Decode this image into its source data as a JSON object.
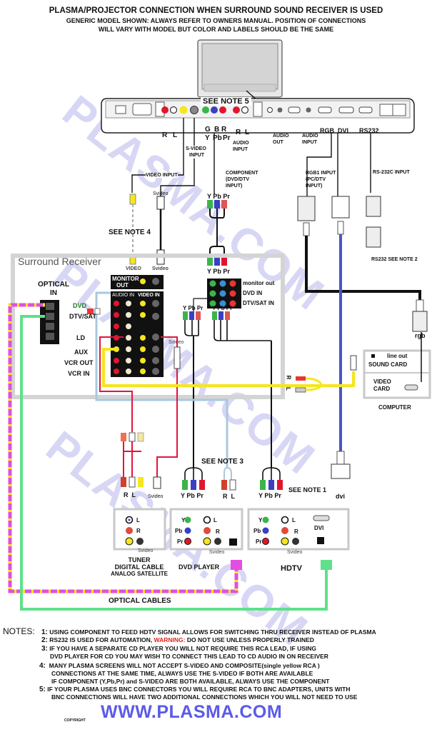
{
  "header": {
    "title": "PLASMA/PROJECTOR CONNECTION WHEN SURROUND SOUND RECEIVER IS USED",
    "subtitle_line1": "GENERIC MODEL SHOWN: ALWAYS REFER TO OWNERS MANUAL. POSITION OF CONNECTIONS",
    "subtitle_line2": "WILL VARY WITH MODEL BUT COLOR AND LABELS SHOULD BE THE SAME"
  },
  "watermark": "PLASMA.COM",
  "plasma_panel": {
    "see_note": "SEE NOTE 5",
    "labels": {
      "r": "R",
      "l": "L",
      "g": "G",
      "b": "B",
      "r2": "R",
      "y": "Y",
      "pb": "Pb",
      "pr": "Pr",
      "audio_r": "R",
      "audio_l": "L",
      "svideo_input": [
        "S-VIDEO",
        "INPUT"
      ],
      "audio_input": [
        "AUDIO",
        "INPUT"
      ],
      "audio_out": [
        "AUDIO",
        "OUT"
      ],
      "audio_input2": [
        "AUDIO",
        "INPUT"
      ],
      "rgb": "RGB",
      "dvi": "DVI",
      "rs232": "RS232"
    }
  },
  "cables_top": {
    "video_input": "VIDEO INPUT",
    "svideo": "Svideo",
    "component": [
      "COMPONENT",
      "(DVD/DTV",
      "INPUT)"
    ],
    "ypbpr": [
      "Y",
      "Pb",
      "Pr"
    ],
    "see_note_4": "SEE NOTE 4",
    "rgb1_input": [
      "RGB1 INPUT",
      "(PC/DTV",
      "INPUT)"
    ],
    "rs232c_input": "RS-232C INPUT",
    "rs232_note": "RS232 SEE NOTE  2"
  },
  "receiver": {
    "title": "Surround Receiver",
    "optical_in": [
      "OPTICAL",
      "IN"
    ],
    "video": "VIDEO",
    "svideo": "Svideo",
    "monitor_out": [
      "MONITOR",
      "OUT"
    ],
    "audio_in": "AUDIO IN",
    "video_in": "VIDEO IN",
    "inputs": [
      "DVD",
      "DTV/SAT",
      "LD",
      "AUX",
      "VCR OUT",
      "VCR IN"
    ],
    "component_labels": [
      "monitor out",
      "DVD IN",
      "DTV/SAT IN"
    ],
    "ypbpr_a": [
      "Y",
      "Pb",
      "Pr"
    ],
    "ypbpr_b": [
      "Y",
      "Pb",
      "Pr"
    ],
    "svideo_plug": "Svideo"
  },
  "computer": {
    "rgb": "rgb",
    "line_out": "line out",
    "sound_card": "SOUND CARD",
    "video_card": [
      "VIDEO",
      "CARD"
    ],
    "label": "COMPUTER",
    "rl": [
      "R",
      "L"
    ]
  },
  "lower_cables": {
    "see_note_3": "SEE NOTE 3",
    "see_note_1": "SEE NOTE 1",
    "tuner_rl": [
      "R",
      "L"
    ],
    "tuner_svideo": "Svideo",
    "dvd_ypbpr": [
      "Y",
      "Pb",
      "Pr"
    ],
    "dvd_rl": [
      "R",
      "L"
    ],
    "hdtv_ypbpr": [
      "Y",
      "Pb",
      "Pr"
    ],
    "dvi": "dvi"
  },
  "devices": {
    "tuner": {
      "labels": [
        "L",
        "R"
      ],
      "svideo": "Svideo",
      "name": [
        "TUNER",
        "DIGITAL CABLE",
        "ANALOG SATELLITE"
      ]
    },
    "dvd": {
      "comp": [
        "Y",
        "Pb",
        "Pr"
      ],
      "audio": [
        "L",
        "R"
      ],
      "svideo": "Svideo",
      "name": "DVD PLAYER"
    },
    "hdtv": {
      "comp": [
        "Y",
        "Pb",
        "Pr"
      ],
      "audio": [
        "L",
        "R"
      ],
      "dvi": "DVI",
      "svideo": "Svideo",
      "name": "HDTV"
    }
  },
  "optical_cables": "OPTICAL CABLES",
  "notes": {
    "heading": "NOTES:",
    "items": [
      {
        "num": "1:",
        "lines": [
          "USING COMPONENT TO FEED HDTV SIGNAL ALLOWS FOR SWITCHING THRU RECEIVER INSTEAD OF PLASMA"
        ]
      },
      {
        "num": "2:",
        "pre": "RS232 IS USED FOR  AUTOMATION, ",
        "warning": "WARNING:",
        "post": " DO NOT USE UNLESS PROPERLY TRAINED"
      },
      {
        "num": "3:",
        "lines": [
          "IF YOU HAVE A SEPARATE CD PLAYER YOU WILL NOT   REQUIRE THIS RCA LEAD, IF USING",
          "DVD PLAYER FOR CD YOU MAY WISH TO CONNECT THIS LEAD TO CD AUDIO IN ON RECEIVER"
        ]
      },
      {
        "num": "4:",
        "lines": [
          "MANY PLASMA SCREENS WILL NOT ACCEPT S-VIDEO AND COMPOSITE(single yellow RCA )",
          "CONNECTIONS  AT THE SAME TIME, ALWAYS USE THE S-VIDEO IF BOTH ARE AVAILABLE",
          "IF COMPONENT (Y,Pb,Pr) and S-VIDEO ARE BOTH AVAILABLE, ALWAYS USE THE COMPONENT"
        ]
      },
      {
        "num": "5:",
        "lines": [
          "IF YOUR PLASMA USES BNC CONNECTORS YOU WILL REQUIRE RCA TO BNC ADAPTERS, UNITS WITH",
          "BNC CONNECTIONS WILL HAVE TWO ADDITIONAL CONNECTIONS WHICH YOU WILL NOT NEED TO USE"
        ]
      }
    ]
  },
  "footer": {
    "copyright": "COPYRIGHT",
    "url": "WWW.PLASMA.COM"
  },
  "colors": {
    "component_green": "#3bb54a",
    "component_blue": "#3a3fc4",
    "component_red": "#e03a3a",
    "composite_yellow": "#f5e61e",
    "optical_green": "#5fe08a",
    "optical_magenta": "#e24fe0",
    "dvi_blue": "#4a55c8",
    "rca_lightblue": "#a9c8e0",
    "rca_red": "#e3153d",
    "url_blue": "#5b5be8",
    "warning_red": "#e0251b"
  }
}
